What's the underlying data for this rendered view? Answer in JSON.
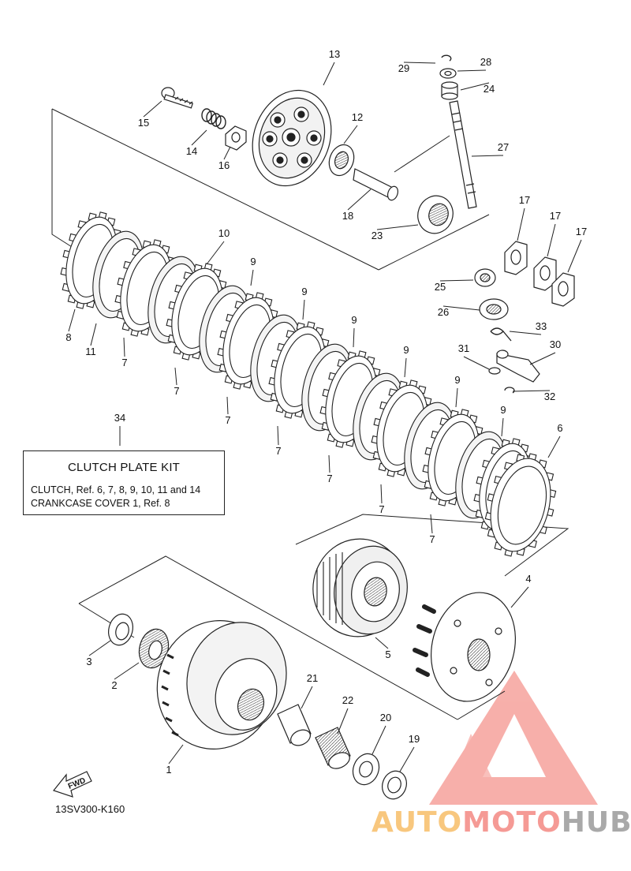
{
  "callouts": [
    {
      "id": "c13",
      "text": "13"
    },
    {
      "id": "c29",
      "text": "29"
    },
    {
      "id": "c28",
      "text": "28"
    },
    {
      "id": "c24",
      "text": "24"
    },
    {
      "id": "c12",
      "text": "12"
    },
    {
      "id": "c15",
      "text": "15"
    },
    {
      "id": "c14",
      "text": "14"
    },
    {
      "id": "c16",
      "text": "16"
    },
    {
      "id": "c27",
      "text": "27"
    },
    {
      "id": "c18",
      "text": "18"
    },
    {
      "id": "c23",
      "text": "23"
    },
    {
      "id": "c17a",
      "text": "17"
    },
    {
      "id": "c17b",
      "text": "17"
    },
    {
      "id": "c17c",
      "text": "17"
    },
    {
      "id": "c10",
      "text": "10"
    },
    {
      "id": "c9a",
      "text": "9"
    },
    {
      "id": "c9b",
      "text": "9"
    },
    {
      "id": "c9c",
      "text": "9"
    },
    {
      "id": "c9d",
      "text": "9"
    },
    {
      "id": "c9e",
      "text": "9"
    },
    {
      "id": "c9f",
      "text": "9"
    },
    {
      "id": "c25",
      "text": "25"
    },
    {
      "id": "c26",
      "text": "26"
    },
    {
      "id": "c33",
      "text": "33"
    },
    {
      "id": "c30",
      "text": "30"
    },
    {
      "id": "c31",
      "text": "31"
    },
    {
      "id": "c32",
      "text": "32"
    },
    {
      "id": "c8",
      "text": "8"
    },
    {
      "id": "c11",
      "text": "11"
    },
    {
      "id": "c7a",
      "text": "7"
    },
    {
      "id": "c7b",
      "text": "7"
    },
    {
      "id": "c7c",
      "text": "7"
    },
    {
      "id": "c7d",
      "text": "7"
    },
    {
      "id": "c7e",
      "text": "7"
    },
    {
      "id": "c7f",
      "text": "7"
    },
    {
      "id": "c7g",
      "text": "7"
    },
    {
      "id": "c6",
      "text": "6"
    },
    {
      "id": "c34",
      "text": "34"
    },
    {
      "id": "c4",
      "text": "4"
    },
    {
      "id": "c5",
      "text": "5"
    },
    {
      "id": "c3",
      "text": "3"
    },
    {
      "id": "c2",
      "text": "2"
    },
    {
      "id": "c21",
      "text": "21"
    },
    {
      "id": "c22",
      "text": "22"
    },
    {
      "id": "c20",
      "text": "20"
    },
    {
      "id": "c19",
      "text": "19"
    },
    {
      "id": "c1",
      "text": "1"
    }
  ],
  "kit": {
    "title": "CLUTCH PLATE KIT",
    "line1": "CLUTCH, Ref.   6, 7, 8, 9, 10, 11 and 14",
    "line2": "CRANKCASE COVER 1, Ref.  8"
  },
  "fwd_label": "FWD",
  "diagram_code": "13SV300-K160",
  "watermark": {
    "part1": "AUTO",
    "part2": "MOTO",
    "part3": "HUB",
    "color_light": "#f8c77e",
    "color_mid": "#f59a95",
    "color_dark": "#a9a9a9",
    "triangle_color": "#f6a29c"
  }
}
